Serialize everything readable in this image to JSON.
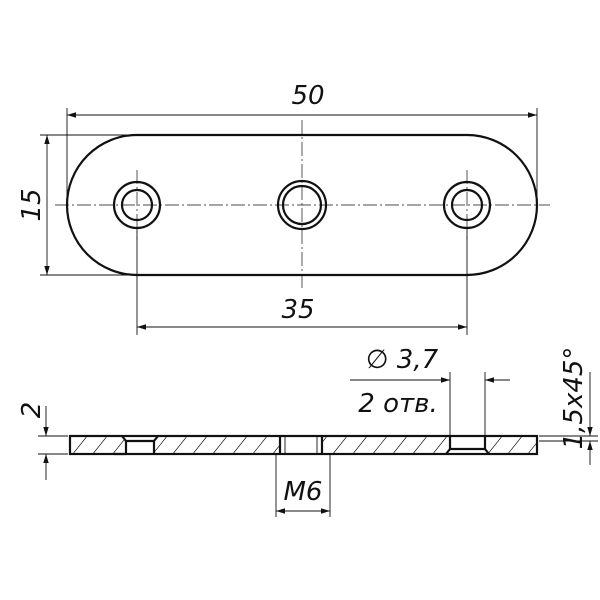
{
  "drawing": {
    "labels": {
      "length": "50",
      "width": "15",
      "hole_pitch": "35",
      "hole_diameter": "∅ 3,7",
      "hole_count": "2 отв.",
      "chamfer": "1,5x45°",
      "thickness": "2",
      "center_thread": "M6"
    }
  }
}
